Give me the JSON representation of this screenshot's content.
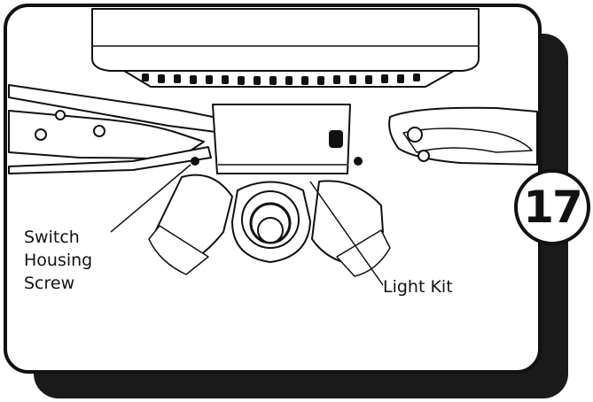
{
  "step": {
    "number": "17"
  },
  "callouts": {
    "switch_housing_screw": [
      "Switch",
      "Housing",
      "Screw"
    ],
    "light_kit": "Light Kit"
  },
  "colors": {
    "ink": "#111111",
    "shadow": "#1a1a1a",
    "panel": "#ffffff"
  }
}
